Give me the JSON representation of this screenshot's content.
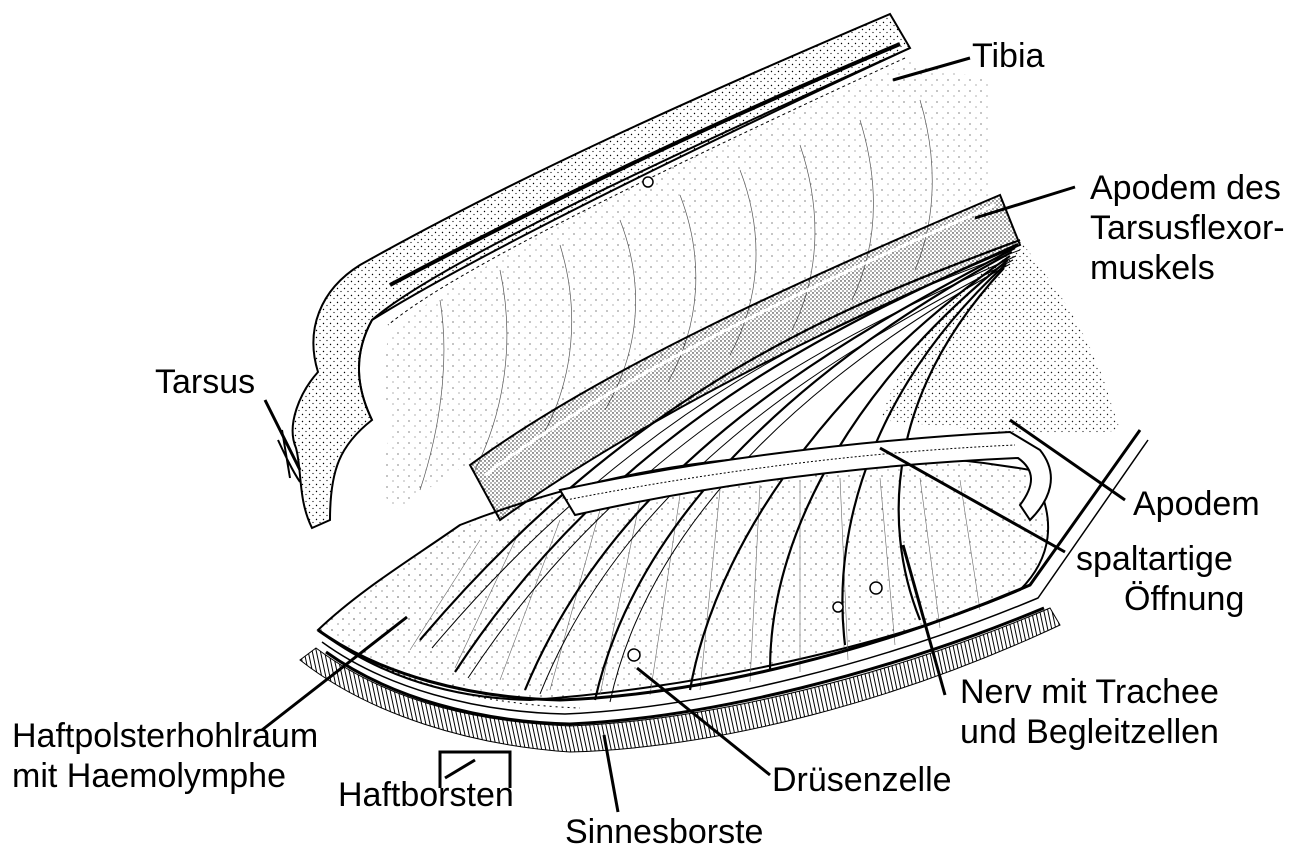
{
  "labels": {
    "tibia": "Tibia",
    "apodem_tarsus_1": "Apodem des",
    "apodem_tarsus_2": "Tarsusflexor-",
    "apodem_tarsus_3": "muskels",
    "tarsus": "Tarsus",
    "apodem": "Apodem",
    "spaltartige_1": "spaltartige",
    "spaltartige_2": "Öffnung",
    "nerv_1": "Nerv mit Trachee",
    "nerv_2": "und Begleitzellen",
    "haftpolster_1": "Haftpolsterhohlraum",
    "haftpolster_2": "mit Haemolymphe",
    "haftborsten": "Haftborsten",
    "druesenzelle": "Drüsenzelle",
    "sinnesborste": "Sinnesborste"
  }
}
